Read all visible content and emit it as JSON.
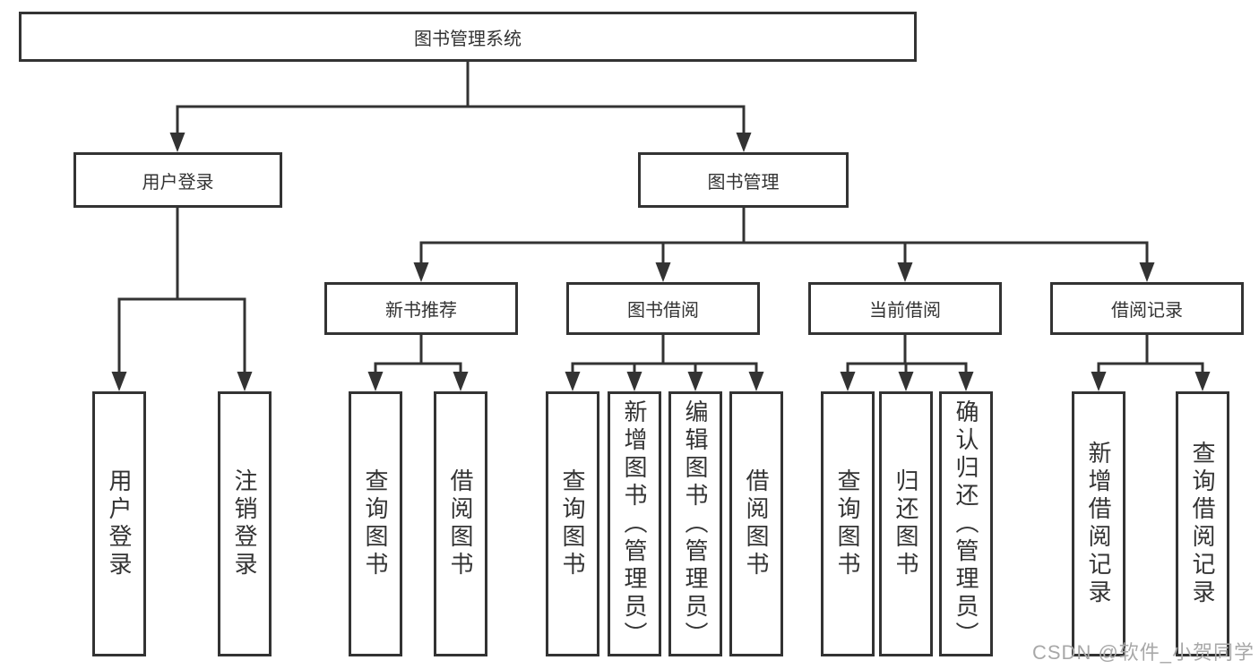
{
  "tree": {
    "label": "图书管理系统",
    "children": [
      {
        "label": "用户登录",
        "children": [
          {
            "label": "用户登录"
          },
          {
            "label": "注销登录"
          }
        ]
      },
      {
        "label": "图书管理",
        "children": [
          {
            "label": "新书推荐",
            "children": [
              {
                "label": "查询图书"
              },
              {
                "label": "借阅图书"
              }
            ]
          },
          {
            "label": "图书借阅",
            "children": [
              {
                "label": "查询图书"
              },
              {
                "label": "新增图书（管理员）"
              },
              {
                "label": "编辑图书（管理员）"
              },
              {
                "label": "借阅图书"
              }
            ]
          },
          {
            "label": "当前借阅",
            "children": [
              {
                "label": "查询图书"
              },
              {
                "label": "归还图书"
              },
              {
                "label": "确认归还（管理员）"
              }
            ]
          },
          {
            "label": "借阅记录",
            "children": [
              {
                "label": "新增借阅记录"
              },
              {
                "label": "查询借阅记录"
              }
            ]
          }
        ]
      }
    ]
  },
  "watermark": {
    "text": "CSDN @软件_小贺同学"
  },
  "colors": {
    "line": "#333333",
    "box_border": "#333333",
    "text": "#333333",
    "watermark": "#a8a8a8",
    "background": "#ffffff"
  }
}
